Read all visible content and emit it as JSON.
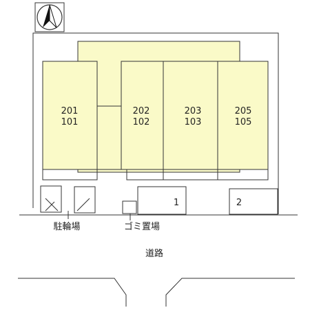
{
  "compass": {
    "icon": "north-arrow-icon"
  },
  "units": [
    {
      "upper": "201",
      "lower": "101"
    },
    {
      "upper": "202",
      "lower": "102"
    },
    {
      "upper": "203",
      "lower": "103"
    },
    {
      "upper": "205",
      "lower": "105"
    }
  ],
  "parking": [
    {
      "label": "1"
    },
    {
      "label": "2"
    }
  ],
  "labels": {
    "bicycle_parking": "駐輪場",
    "garbage": "ゴミ置場",
    "road": "道路"
  },
  "colors": {
    "building_fill": "#fafac8",
    "line": "#333333"
  }
}
